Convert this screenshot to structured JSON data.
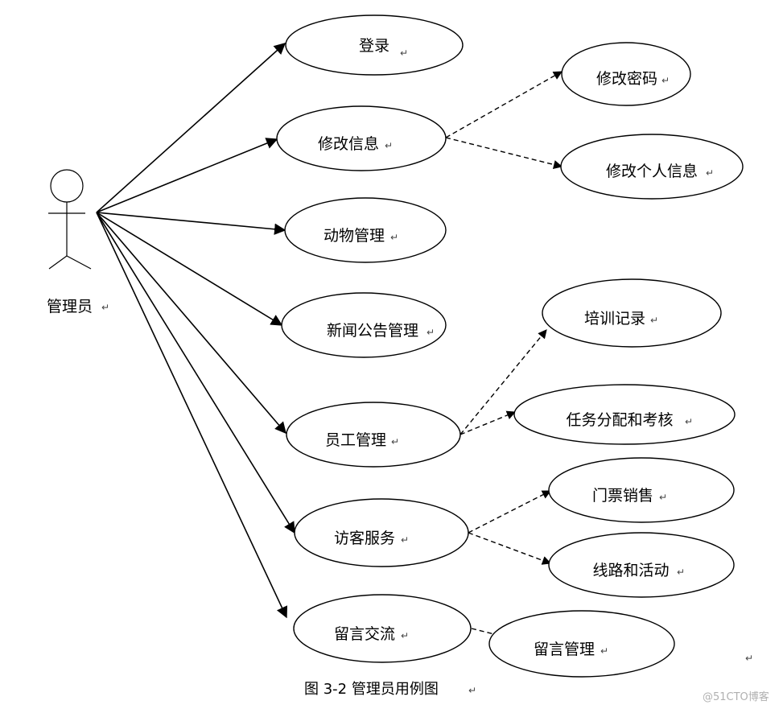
{
  "actor": {
    "label": "管理员"
  },
  "use_cases": {
    "login": "登录",
    "modify_info": "修改信息",
    "change_password": "修改密码",
    "change_personal_info": "修改个人信息",
    "animal_management": "动物管理",
    "news_management": "新闻公告管理",
    "training_records": "培训记录",
    "task_assignment": "任务分配和考核",
    "staff_management": "员工管理",
    "ticket_sales": "门票销售",
    "visitor_service": "访客服务",
    "routes_activities": "线路和活动",
    "message_exchange": "留言交流",
    "message_management": "留言管理"
  },
  "caption": "图 3-2 管理员用例图",
  "paragraph_mark": "↵",
  "watermark": "@51CTO博客",
  "colors": {
    "stroke": "#000000",
    "background": "#ffffff",
    "watermark": "#b0b0b0"
  }
}
